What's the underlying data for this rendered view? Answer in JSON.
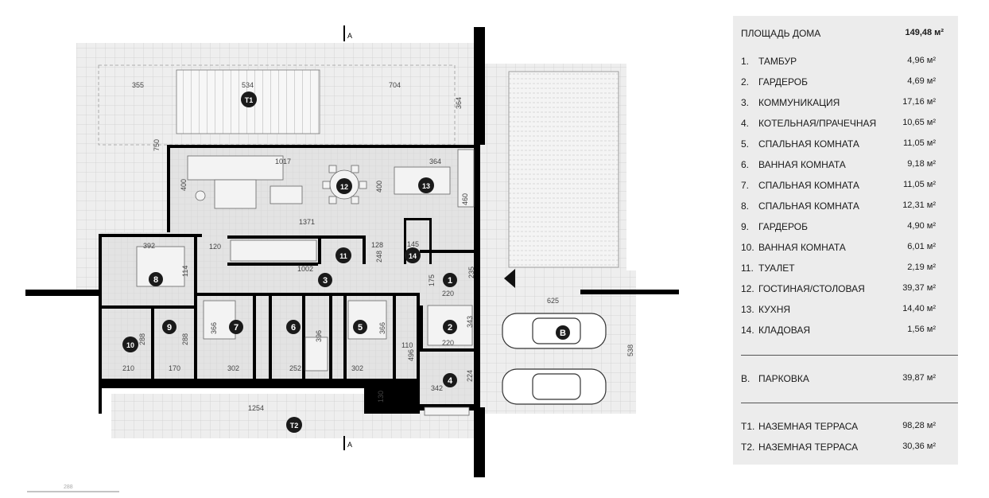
{
  "plan": {
    "room_labels": [
      "1",
      "2",
      "3",
      "4",
      "5",
      "6",
      "7",
      "8",
      "9",
      "10",
      "11",
      "12",
      "13",
      "14",
      "B",
      "T1",
      "T2"
    ],
    "section_mark": "A",
    "dimensions": {
      "d355": "355",
      "d534": "534",
      "d704": "704",
      "d364a": "364",
      "d750": "750",
      "d1017": "1017",
      "d364b": "364",
      "d400a": "400",
      "d400b": "400",
      "d460": "460",
      "d1371": "1371",
      "d392": "392",
      "d120": "120",
      "d128": "128",
      "d145": "145",
      "d248": "248",
      "d1002": "1002",
      "d114": "114",
      "d175": "175",
      "d235": "235",
      "d220a": "220",
      "d220b": "220",
      "d343": "343",
      "d625": "625",
      "d538": "538",
      "d110": "110",
      "d496": "496",
      "d224": "224",
      "d342": "342",
      "d288a": "288",
      "d288b": "288",
      "d170": "170",
      "d210": "210",
      "d366a": "366",
      "d366b": "366",
      "d302a": "302",
      "d302b": "302",
      "d252": "252",
      "d396": "396",
      "d1254": "1254",
      "d130": "130",
      "d288s": "288"
    }
  },
  "summary": {
    "title": "ПЛОЩАДЬ ДОМА",
    "total": "149,48 м²",
    "rooms": [
      {
        "num": "1.",
        "name": "ТАМБУР",
        "area": "4,96 м²"
      },
      {
        "num": "2.",
        "name": "ГАРДЕРОБ",
        "area": "4,69 м²"
      },
      {
        "num": "3.",
        "name": "КОММУНИКАЦИЯ",
        "area": "17,16 м²"
      },
      {
        "num": "4.",
        "name": "КОТЕЛЬНАЯ/ПРАЧЕЧНАЯ",
        "area": "10,65 м²"
      },
      {
        "num": "5.",
        "name": "СПАЛЬНАЯ КОМНАТА",
        "area": "11,05 м²"
      },
      {
        "num": "6.",
        "name": "ВАННАЯ КОМНАТА",
        "area": "9,18 м²"
      },
      {
        "num": "7.",
        "name": "СПАЛЬНАЯ КОМНАТА",
        "area": "11,05 м²"
      },
      {
        "num": "8.",
        "name": "СПАЛЬНАЯ КОМНАТА",
        "area": "12,31 м²"
      },
      {
        "num": "9.",
        "name": "ГАРДЕРОБ",
        "area": "4,90 м²"
      },
      {
        "num": "10.",
        "name": "ВАННАЯ КОМНАТА",
        "area": "6,01 м²"
      },
      {
        "num": "11.",
        "name": "ТУАЛЕТ",
        "area": "2,19 м²"
      },
      {
        "num": "12.",
        "name": "ГОСТИНАЯ/СТОЛОВАЯ",
        "area": "39,37 м²"
      },
      {
        "num": "13.",
        "name": "КУХНЯ",
        "area": "14,40 м²"
      },
      {
        "num": "14.",
        "name": "КЛАДОВАЯ",
        "area": "1,56 м²"
      }
    ],
    "parking": {
      "num": "B.",
      "name": "ПАРКОВКА",
      "area": "39,87 м²"
    },
    "terraces": [
      {
        "num": "T1.",
        "name": "НАЗЕМНАЯ ТЕРРАСА",
        "area": "98,28 м²"
      },
      {
        "num": "T2.",
        "name": "НАЗЕМНАЯ ТЕРРАСА",
        "area": "30,36 м²"
      }
    ]
  },
  "colors": {
    "wall": "#000000",
    "grid": "#c8c8c8",
    "terrace": "#efefef",
    "interior": "#e2e2e2",
    "panel": "#ececec",
    "line": "#555555"
  }
}
